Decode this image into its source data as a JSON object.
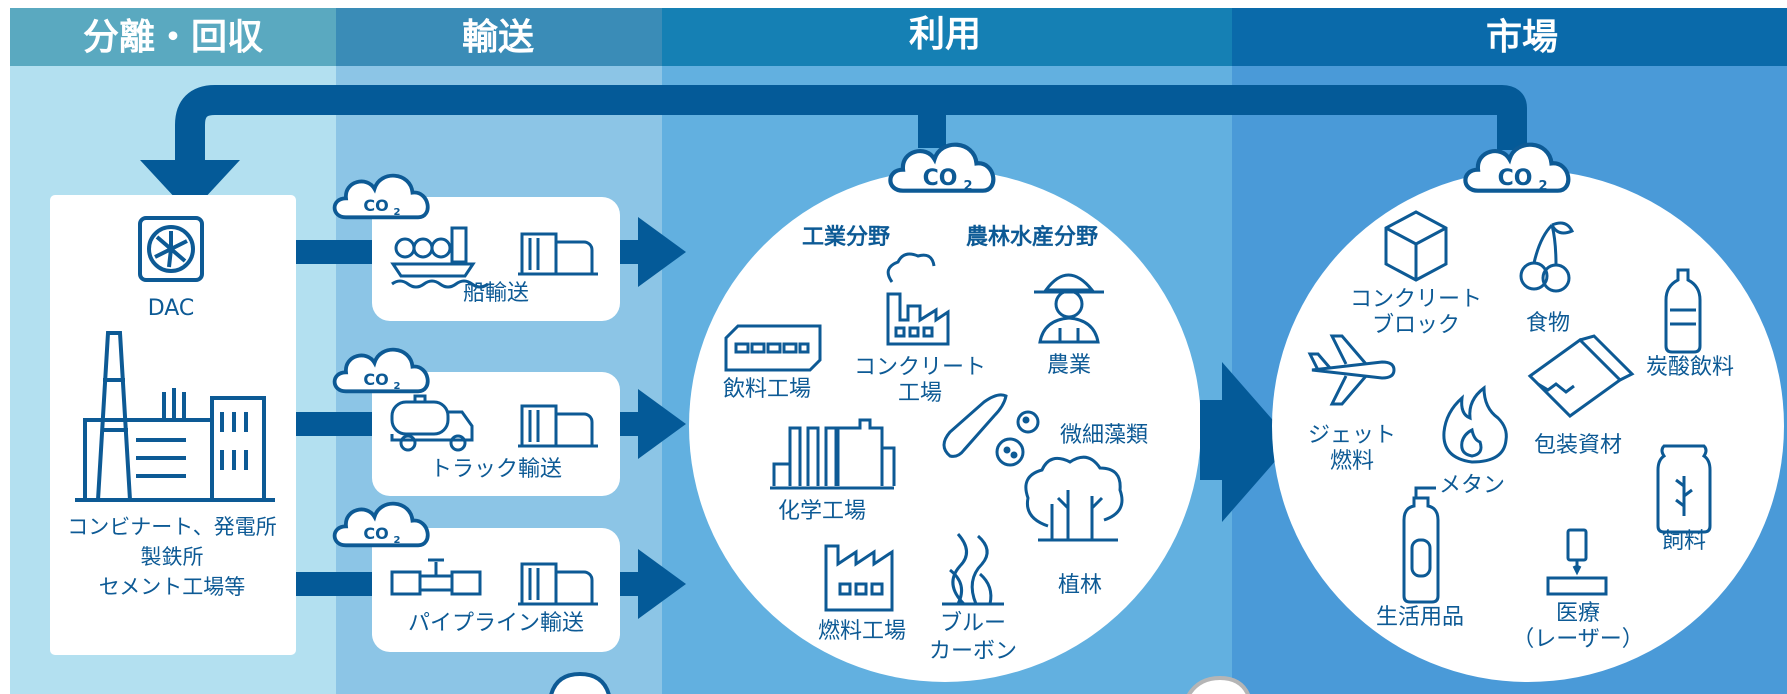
{
  "columns": {
    "capture": "分離・回収",
    "transport": "輸送",
    "utilization": "利用",
    "market": "市場"
  },
  "co2": {
    "main": "CO",
    "sub": "2"
  },
  "sources": {
    "dac": "DAC",
    "industry_line1": "コンビナート、発電所",
    "industry_line2": "製鉄所",
    "industry_line3": "セメント工場等"
  },
  "transport": {
    "ship": "船輸送",
    "truck": "トラック輸送",
    "pipeline": "パイプライン輸送"
  },
  "utilization": {
    "industrial_heading": "工業分野",
    "agri_heading": "農林水産分野",
    "beverage_plant": "飲料工場",
    "concrete_plant_line1": "コンクリート",
    "concrete_plant_line2": "工場",
    "agriculture": "農業",
    "microalgae": "微細藻類",
    "chemical_plant": "化学工場",
    "fuel_plant": "燃料工場",
    "blue_carbon_line1": "ブルー",
    "blue_carbon_line2": "カーボン",
    "forestation": "植林"
  },
  "market": {
    "concrete_block_line1": "コンクリート",
    "concrete_block_line2": "ブロック",
    "food": "食物",
    "carbonated_drink": "炭酸飲料",
    "jet_fuel_line1": "ジェット",
    "jet_fuel_line2": "燃料",
    "packaging": "包装資材",
    "methane": "メタン",
    "feed": "飼料",
    "daily_goods": "生活用品",
    "medical_line1": "医療",
    "medical_line2": "（レーザー）"
  },
  "colors": {
    "col1_bg": "#b3e0f0",
    "col2_bg": "#8cc5e6",
    "col3_bg": "#62b0e0",
    "col4_bg": "#4a9ad8",
    "dark_blue": "#045a98",
    "icon": "#0d5a95"
  }
}
